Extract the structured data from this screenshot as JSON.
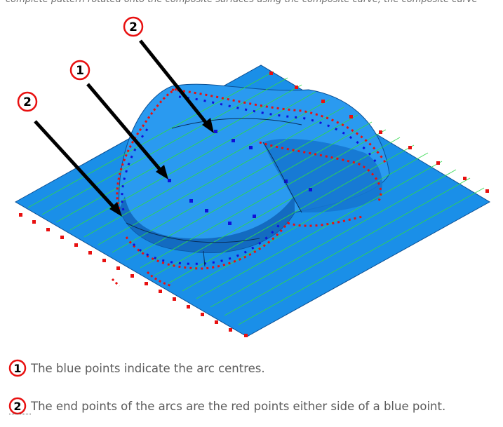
{
  "header_fragment": "complete pattern rotated onto the composite surfaces using the composite curve, the composite curve",
  "figure": {
    "callouts": [
      {
        "number": "2"
      },
      {
        "number": "1"
      },
      {
        "number": "2"
      }
    ],
    "colors": {
      "surface": "#1a8fe8",
      "surface_dark": "#0f63b8",
      "toolpath": "#2fd84a",
      "arc_centre": "#1010d8",
      "arc_end": "#e81010",
      "arrow": "#000000"
    }
  },
  "captions": [
    {
      "number": "1",
      "text": "The blue points indicate the arc centres."
    },
    {
      "number": "2",
      "text": "The end points of the arcs are the red points either side of a blue point."
    }
  ]
}
